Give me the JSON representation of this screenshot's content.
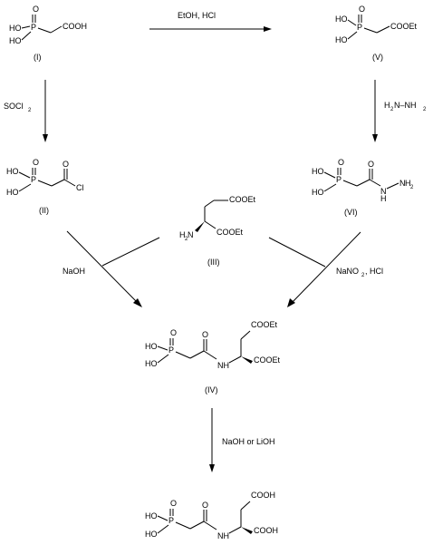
{
  "labels": {
    "I": "(I)",
    "II": "(II)",
    "III": "(III)",
    "IV": "(IV)",
    "V": "(V)",
    "VI": "(VI)"
  },
  "atoms": {
    "P": "P",
    "O": "O",
    "HO": "HO",
    "OH": "OH",
    "N": "N",
    "H": "H",
    "NH": "NH",
    "H2N": "H",
    "H2N_sub": "2",
    "H2N_N": "N",
    "COOH": "COOH",
    "COOEt": "COOEt",
    "Cl": "Cl",
    "H2N_hydrazine": "H",
    "hyd_sub": "2",
    "hyd_N1": "N",
    "hyd_NH2": "NH",
    "hyd_sub2": "2"
  },
  "reagents": {
    "step_I_V": "EtOH, HCl",
    "step_I_II": "SOCl",
    "step_I_II_sub": "2",
    "step_V_VI_a": "H",
    "step_V_VI_sub1": "2",
    "step_V_VI_b": "N–NH",
    "step_V_VI_sub2": "2",
    "step_II_IV": "NaOH",
    "step_VI_IV_a": "NaNO",
    "step_VI_IV_sub": "2",
    "step_VI_IV_b": ", HCl",
    "step_IV_final": "NaOH or LiOH"
  }
}
